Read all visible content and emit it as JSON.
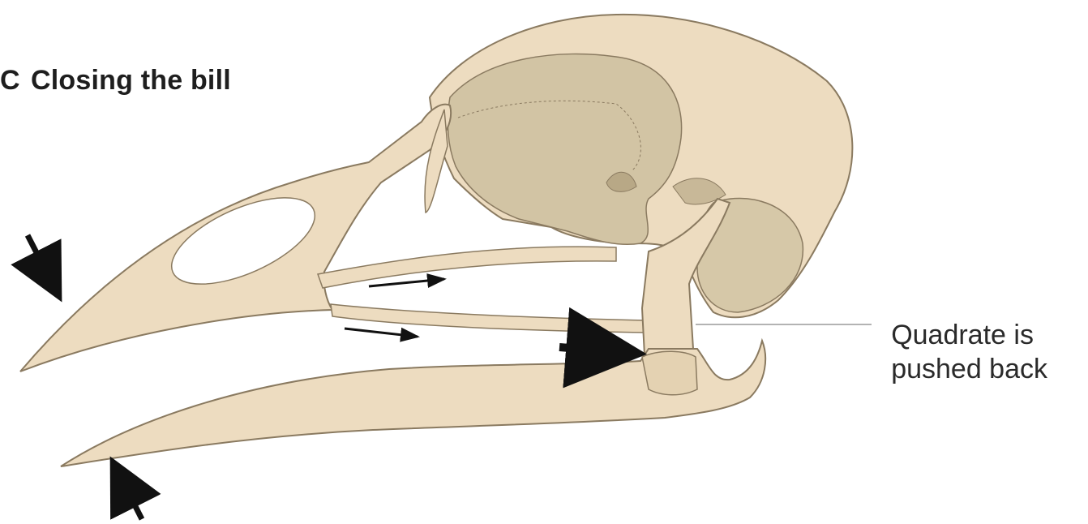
{
  "panel": {
    "letter": "C",
    "title": "Closing the bill"
  },
  "labels": {
    "quadrate_line1": "Quadrate is",
    "quadrate_line2": "pushed back"
  },
  "colors": {
    "bone": "#eddcc0",
    "bone_shadow": "#c9b79a",
    "cavity": "#d2c4a4",
    "outline": "#8a7a60",
    "arrow": "#111111",
    "leader": "#9a9a9a"
  }
}
